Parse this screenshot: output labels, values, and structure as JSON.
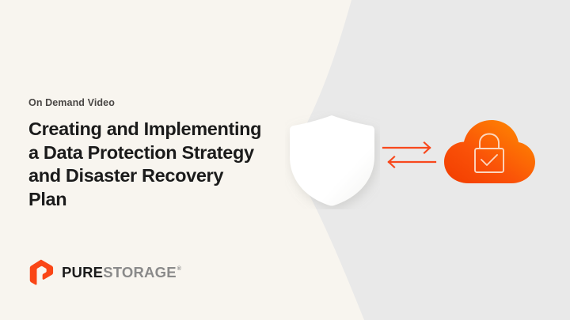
{
  "slide": {
    "eyebrow": "On Demand Video",
    "headline": "Creating and Implementing a Data Protection Strategy and Disaster Recovery Plan"
  },
  "logo": {
    "mark_name": "pure-storage-hexagon-mark",
    "word_primary": "PURE",
    "word_secondary": "STORAGE",
    "trademark": "®"
  },
  "graphics": {
    "shield": {
      "name": "shield-icon",
      "label": "shield"
    },
    "arrows": {
      "name": "bidirectional-arrows-icon",
      "top_direction": "right",
      "bottom_direction": "left"
    },
    "cloud": {
      "name": "cloud-icon",
      "label": "cloud"
    },
    "lock": {
      "name": "lock-check-icon",
      "label": "padlock with checkmark"
    }
  },
  "colors": {
    "background_cream": "#f8f5ef",
    "background_gray": "#e9e9e9",
    "brand_orange": "#fa4616",
    "cloud_gradient_start": "#f63e05",
    "cloud_gradient_end": "#ff8c00",
    "arrow_orange": "#f8481c",
    "shield_white": "#ffffff",
    "headline_text": "#1b1b1b",
    "eyebrow_text": "#4a4745",
    "logo_secondary_text": "#8a8a8a"
  }
}
